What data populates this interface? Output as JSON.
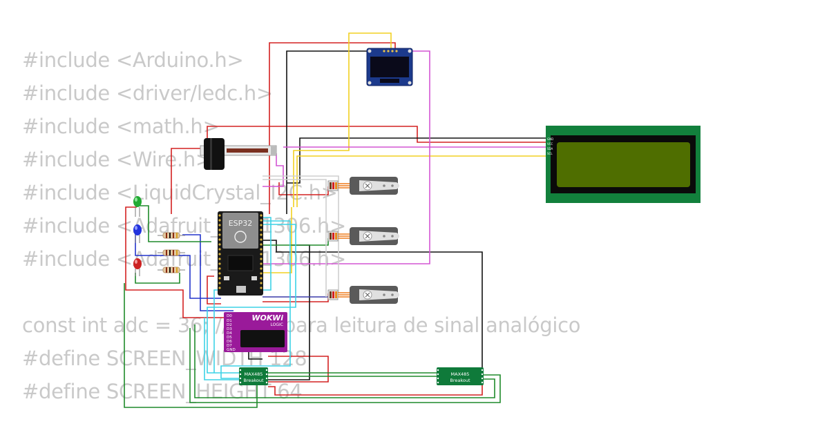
{
  "code_lines": [
    "#include <Arduino.h>",
    "#include <driver/ledc.h>",
    "#include <math.h>",
    "#include <Wire.h>",
    "#include <LiquidCrystal_I2C.h>",
    "#include <Adafruit_SSD1306.h>",
    "#include <Adafruit_SSD1306.h>",
    "const int adc = 36; // ADC para leitura de sinal analógico",
    "#define SCREEN_WIDTH 128",
    "#define SCREEN_HEIGHT 64"
  ],
  "components": {
    "esp32": {
      "label": "ESP32"
    },
    "logic_analyzer": {
      "brand": "WOKWi",
      "sub": "LOGIC",
      "pins": [
        "D0",
        "D1",
        "D2",
        "D3",
        "D4",
        "D5",
        "D6",
        "D7",
        "GND"
      ]
    },
    "max485_left": {
      "line1": "MAX485",
      "line2": "Breakout"
    },
    "max485_right": {
      "line1": "MAX485",
      "line2": "Breakout"
    },
    "lcd": {
      "pins": [
        "GND",
        "VCC",
        "SDA",
        "SCL"
      ]
    }
  },
  "colors": {
    "wire_red": "#d42020",
    "wire_black": "#111111",
    "wire_yellow": "#f2d020",
    "wire_magenta": "#d455d4",
    "wire_green": "#1e8a2a",
    "wire_cyan": "#3cd2e6",
    "wire_blue": "#2233cc",
    "lcd_board": "#12803c",
    "lcd_screen": "#4f6e00",
    "oled_board": "#1c3a8c",
    "logic_board": "#9a1a9a",
    "max485_board": "#0f7a3a",
    "esp32_board": "#1a1a1a"
  }
}
